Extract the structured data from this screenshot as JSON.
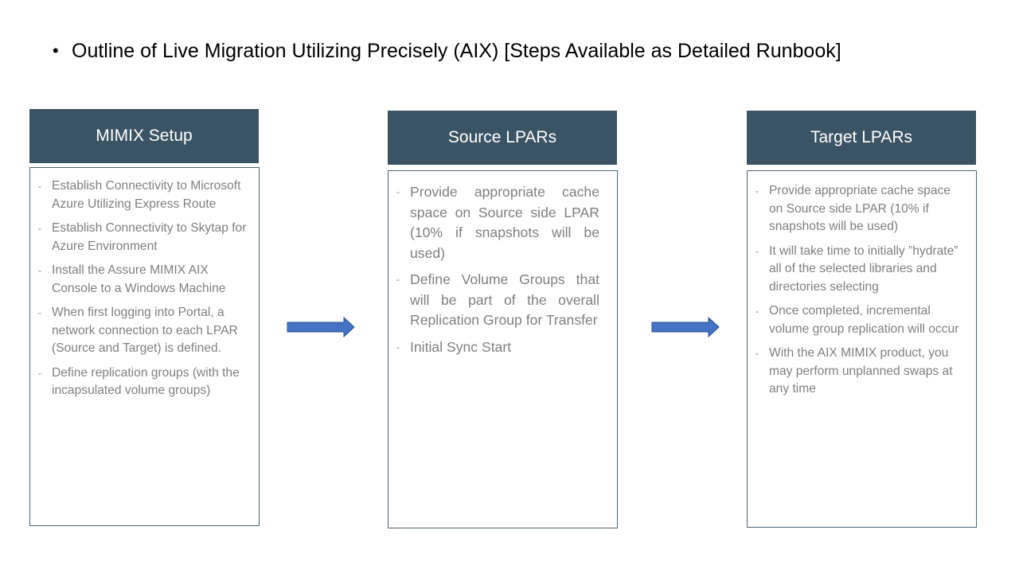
{
  "slide": {
    "title": "Outline of Live Migration Utilizing Precisely (AIX) [Steps Available as Detailed Runbook]"
  },
  "columns": [
    {
      "header": "MIMIX Setup",
      "items": [
        "Establish Connectivity to Microsoft Azure Utilizing Express Route",
        "Establish Connectivity to Skytap for Azure Environment",
        "Install the Assure MIMIX AIX Console to a Windows Machine",
        "When first logging into Portal, a network connection to each LPAR (Source and Target) is defined.",
        "Define replication groups (with the incapsulated volume groups)"
      ]
    },
    {
      "header": "Source LPARs",
      "items": [
        "Provide appropriate cache space on Source side LPAR (10% if snapshots will be used)",
        "Define Volume Groups that will be part of the overall Replication Group for Transfer",
        "Initial Sync Start"
      ]
    },
    {
      "header": "Target LPARs",
      "items": [
        "Provide appropriate cache space on Source side LPAR (10% if snapshots will be used)",
        "It will take time to initially ”hydrate” all of the selected libraries and directories selecting",
        "Once completed, incremental volume group replication will occur",
        "With the AIX MIMIX product, you may perform unplanned swaps at any time"
      ]
    }
  ],
  "colors": {
    "header_fill": "#3b5465",
    "box_border": "#4c6474",
    "body_text": "#7f7f7f",
    "arrow_fill": "#4472c4",
    "arrow_stroke": "#2f528f"
  },
  "icons": {
    "bullet": "bullet-dot",
    "connector": "right-arrow"
  }
}
